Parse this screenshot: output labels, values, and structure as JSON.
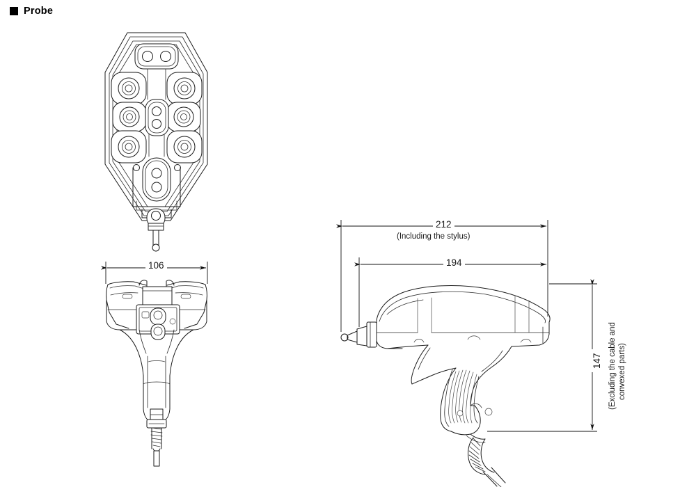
{
  "page": {
    "title": "Probe",
    "bullet_icon": "filled-square-icon",
    "background_color": "#ffffff",
    "line_color": "#1a1a1a",
    "text_color": "#1a1a1a"
  },
  "drawing": {
    "subject": "Probe",
    "type": "technical-orthographic-drawing",
    "views": [
      {
        "id": "top-view",
        "name": "top-view",
        "description": "Probe top view showing socket plate"
      },
      {
        "id": "front-view",
        "name": "front-view",
        "description": "Probe front view with handle and cable"
      },
      {
        "id": "side-view",
        "name": "side-view",
        "description": "Probe side view, pistol grip with stylus"
      }
    ]
  },
  "dimensions": {
    "overall_length": {
      "value": "212",
      "note": "(Including the stylus)",
      "applies_to": "side-view"
    },
    "body_length": {
      "value": "194",
      "applies_to": "side-view"
    },
    "width": {
      "value": "106",
      "applies_to": "front-view"
    },
    "height": {
      "value": "147",
      "note_line1": "(Excluding the cable and",
      "note_line2": "convexed parts)",
      "applies_to": "side-view"
    }
  }
}
